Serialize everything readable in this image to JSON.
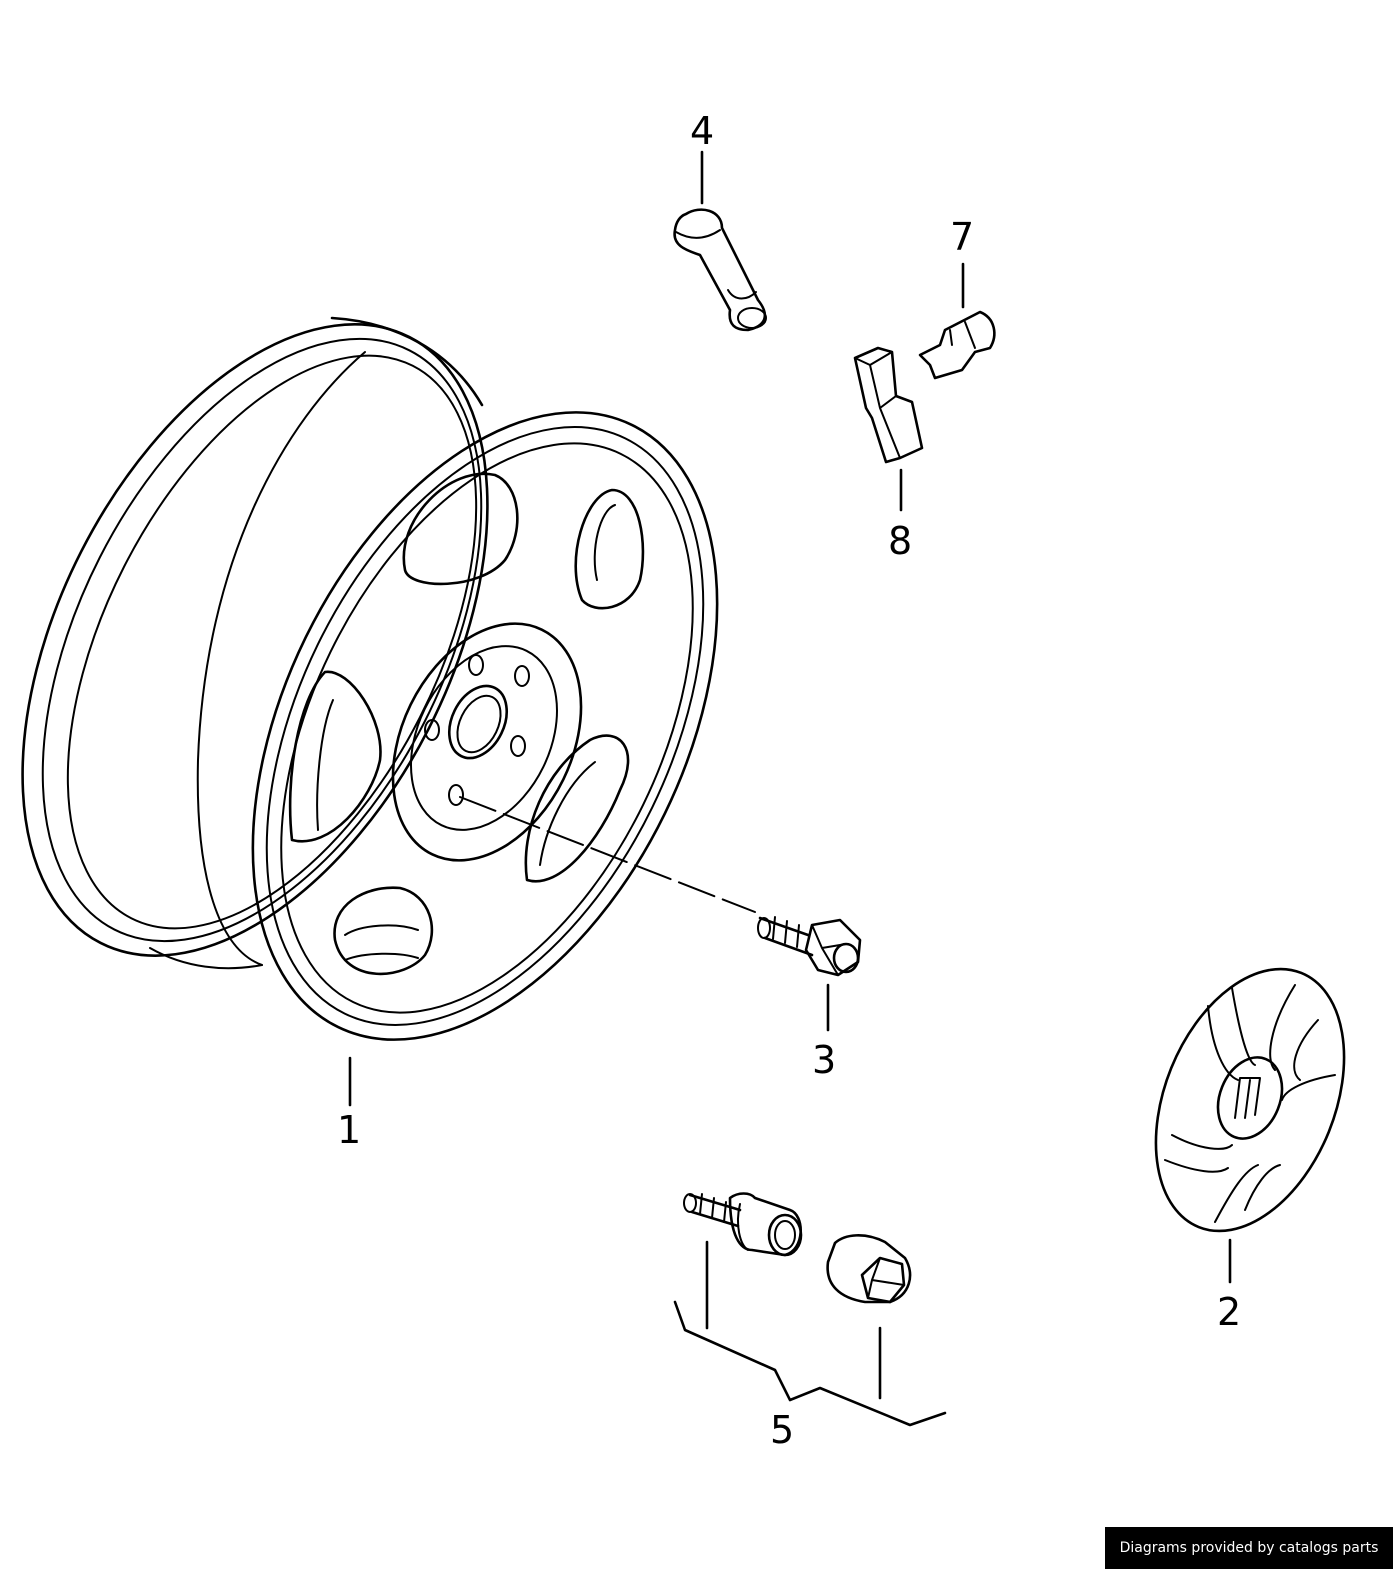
{
  "callouts": {
    "c1": "1",
    "c2": "2",
    "c3": "3",
    "c4": "4",
    "c5": "5",
    "c7": "7",
    "c8": "8"
  },
  "credit": "Diagrams provided by catalogs parts",
  "colors": {
    "line": "#000000",
    "background": "#ffffff",
    "badge_bg": "#000000",
    "badge_text": "#ffffff"
  }
}
